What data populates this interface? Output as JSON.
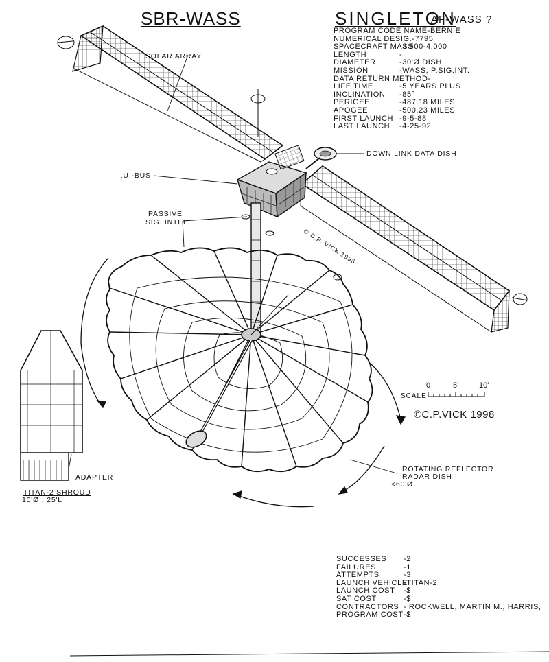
{
  "titles": {
    "left": "SBR-WASS",
    "right": "SINGLETON",
    "right_suffix": "AF-WASS ?"
  },
  "specs": [
    {
      "k": "PROGRAM CODE NAME",
      "v": "-BERNIE"
    },
    {
      "k": "NUMERICAL DESIG.",
      "v": "-7795"
    },
    {
      "k": "SPACECRAFT MASS",
      "v": "-3,500-4,000"
    },
    {
      "k": "LENGTH",
      "v": "-"
    },
    {
      "k": "DIAMETER",
      "v": "-30'Ø DISH"
    },
    {
      "k": "MISSION",
      "v": "-WASS, P.SIG.INT."
    },
    {
      "k": "DATA RETURN METHOD",
      "v": "-"
    },
    {
      "k": "LIFE TIME",
      "v": "-5 YEARS PLUS"
    },
    {
      "k": "INCLINATION",
      "v": "-85°"
    },
    {
      "k": "PERIGEE",
      "v": "-487.18 MILES"
    },
    {
      "k": "APOGEE",
      "v": "-500.23 MILES"
    },
    {
      "k": "FIRST LAUNCH",
      "v": "-9-5-88"
    },
    {
      "k": "LAST LAUNCH",
      "v": "-4-25-92"
    }
  ],
  "stats": [
    {
      "k": "SUCCESSES",
      "v": "-2"
    },
    {
      "k": "FAILURES",
      "v": "-1"
    },
    {
      "k": "ATTEMPTS",
      "v": "-3"
    },
    {
      "k": "LAUNCH VEHICLE",
      "v": "-TITAN-2"
    },
    {
      "k": "LAUNCH COST",
      "v": "-$"
    },
    {
      "k": "SAT COST",
      "v": "-$"
    },
    {
      "k": "CONTRACTORS",
      "v": "- ROCKWELL, MARTIN M., HARRIS,"
    },
    {
      "k": "PROGRAM COST",
      "v": "-$"
    }
  ],
  "labels": {
    "solar_array": "SOLAR ARRAY",
    "down_link": "DOWN LINK DATA DISH",
    "iu_bus": "I.U.-BUS",
    "passive_1": "PASSIVE",
    "passive_2": "SIG. INTEL.",
    "rotating_1": "ROTATING REFLECTOR",
    "rotating_2": "RADAR DISH",
    "rotating_3": "<60'Ø",
    "adapter": "ADAPTER",
    "shroud_1": "TITAN-2 SHROUD",
    "shroud_2": "10'Ø , 25'L",
    "scale": "SCALE",
    "scale_0": "0",
    "scale_5": "5'",
    "scale_10": "10'",
    "copyright": "©C.P.VICK 1998",
    "watermark": "© C.P. VICK 1998"
  }
}
